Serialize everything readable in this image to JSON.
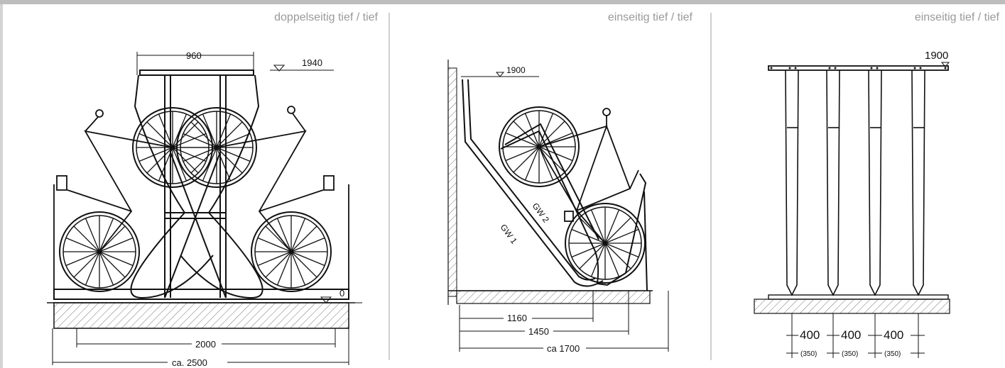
{
  "panels": [
    {
      "title": "doppelseitig tief / tief",
      "dims": {
        "top_width": "960",
        "top_height": "1940",
        "ground": "0",
        "inner": "2000",
        "outer": "ca. 2500"
      }
    },
    {
      "title": "einseitig tief / tief",
      "dims": {
        "top_height": "1900",
        "gw1": "GW 1",
        "gw2": "GW 2",
        "d1": "1160",
        "d2": "1450",
        "d3": "ca 1700"
      }
    },
    {
      "title": "einseitig tief / tief",
      "dims": {
        "top_height": "1900",
        "spacing": [
          "400",
          "400",
          "400"
        ],
        "spacing_sub": [
          "(350)",
          "(350)",
          "(350)"
        ]
      }
    }
  ],
  "colors": {
    "line": "#111111",
    "hatch": "#777777",
    "title": "#9a9a9a",
    "divider": "#cfcfcf"
  }
}
